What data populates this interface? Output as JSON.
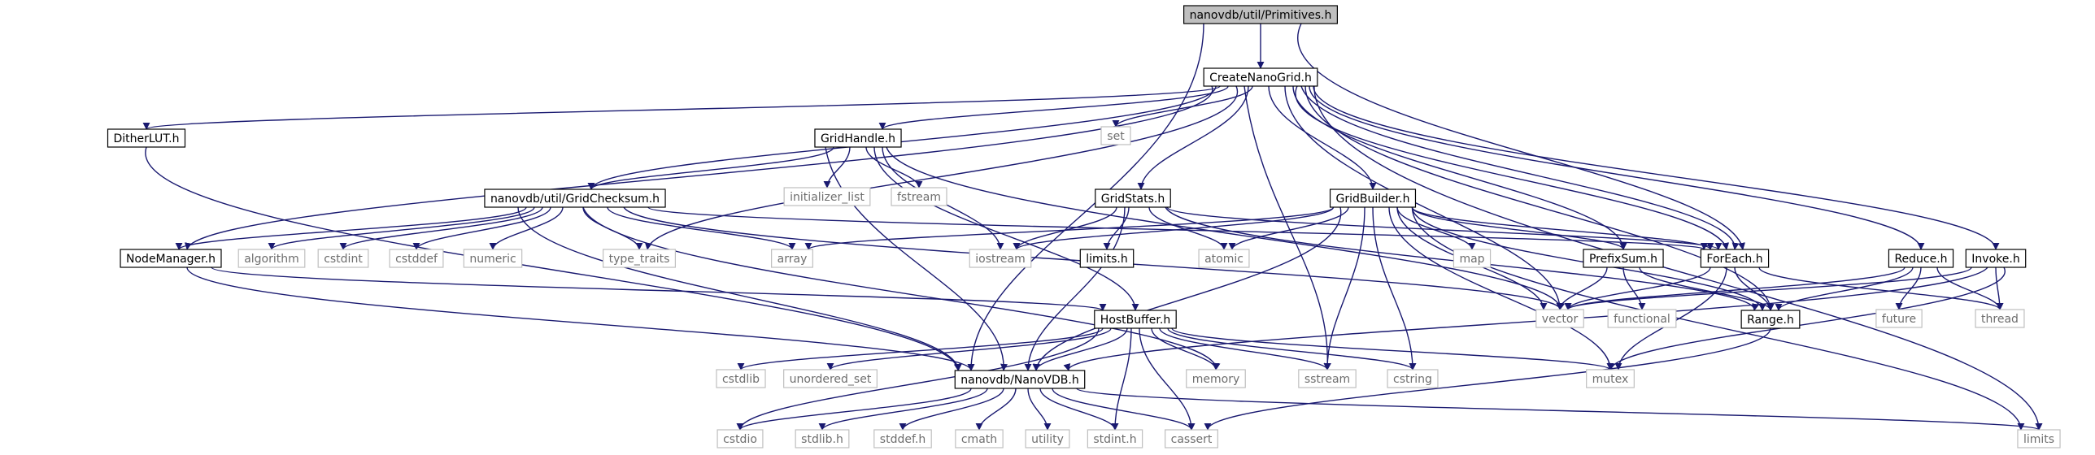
{
  "graph": {
    "edge_color": "#191970",
    "root_fill": "#bfbfbf",
    "external_border": "#bfbfbf",
    "nodes": {
      "primitives": "nanovdb/util/Primitives.h",
      "createnanogrid": "CreateNanoGrid.h",
      "ditherlut": "DitherLUT.h",
      "gridhandle": "GridHandle.h",
      "set": "set",
      "gridchecksum": "nanovdb/util/GridChecksum.h",
      "initializer_list": "initializer_list",
      "fstream": "fstream",
      "gridstats": "GridStats.h",
      "gridbuilder": "GridBuilder.h",
      "nodemanager": "NodeManager.h",
      "algorithm": "algorithm",
      "cstdint": "cstdint",
      "cstddef": "cstddef",
      "numeric": "numeric",
      "type_traits": "type_traits",
      "array": "array",
      "iostream": "iostream",
      "limits_h": "limits.h",
      "atomic": "atomic",
      "map": "map",
      "prefixsum": "PrefixSum.h",
      "foreach": "ForEach.h",
      "reduce": "Reduce.h",
      "invoke": "Invoke.h",
      "hostbuffer": "HostBuffer.h",
      "vector": "vector",
      "functional": "functional",
      "range": "Range.h",
      "future": "future",
      "thread": "thread",
      "cstdlib": "cstdlib",
      "unordered_set": "unordered_set",
      "nanovdb": "nanovdb/NanoVDB.h",
      "memory": "memory",
      "sstream": "sstream",
      "cstring": "cstring",
      "mutex": "mutex",
      "cstdio": "cstdio",
      "stdlib_h": "stdlib.h",
      "stddef_h": "stddef.h",
      "cmath": "cmath",
      "utility": "utility",
      "stdint_h": "stdint.h",
      "cassert": "cassert",
      "limits": "limits"
    }
  }
}
